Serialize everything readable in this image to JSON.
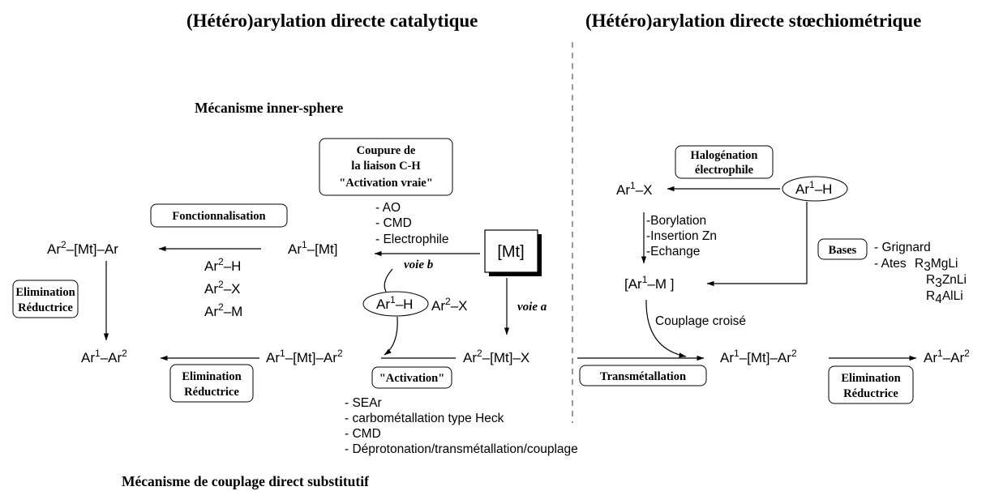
{
  "headings": {
    "left": "(Hétéro)arylation directe catalytique",
    "right": "(Hétéro)arylation directe stœchiométrique",
    "inner_sphere": "Mécanisme inner-sphere",
    "substitutif": "Mécanisme de couplage direct substitutif"
  },
  "boxes": {
    "coupure_line1": "Coupure de",
    "coupure_line2": "la liaison C-H",
    "coupure_line3": "\"Activation vraie\"",
    "fonctionnalisation": "Fonctionnalisation",
    "elim_left_line1": "Elimination",
    "elim_left_line2": "Réductrice",
    "elim_bottom_line1": "Elimination",
    "elim_bottom_line2": "Réductrice",
    "activation": "\"Activation\"",
    "halogenation_line1": "Halogénation",
    "halogenation_line2": "électrophile",
    "bases": "Bases",
    "transmetallation": "Transmétallation",
    "elim_right_line1": "Elimination",
    "elim_right_line2": "Réductrice"
  },
  "lists": {
    "activation_modes": [
      "- AO",
      "- CMD",
      "- Electrophile"
    ],
    "substitutif_modes": [
      "- SEAr",
      "- carbométallation type Heck",
      "- CMD",
      "- Déprotonation/transmétallation/couplage"
    ],
    "stoich_routes": [
      "-Borylation",
      "-Insertion Zn",
      "-Echange"
    ],
    "bases_list": [
      "- Grignard",
      "- Ates"
    ]
  },
  "labels": {
    "voie_b": "voie b",
    "voie_a": "voie a",
    "couplage_croise": "Couplage croisé",
    "mt_box": "[Mt]"
  }
}
